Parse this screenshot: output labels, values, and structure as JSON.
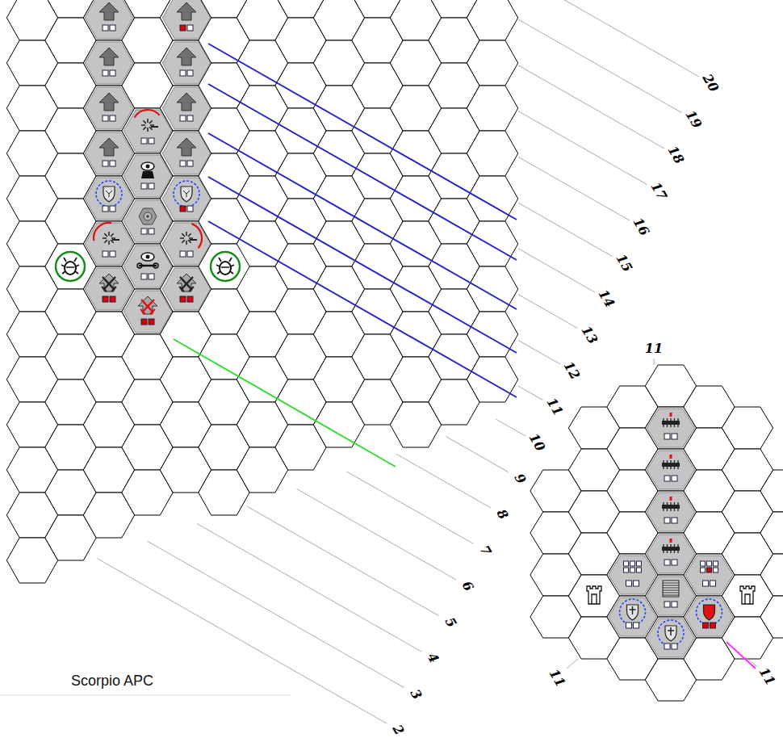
{
  "diagram": {
    "title": "Scorpio APC",
    "labels": [
      "20",
      "19",
      "18",
      "17",
      "16",
      "15",
      "14",
      "13",
      "12",
      "11",
      "10",
      "9",
      "8",
      "7",
      "6",
      "5",
      "4",
      "3",
      "2",
      "11",
      "11",
      "11"
    ]
  }
}
